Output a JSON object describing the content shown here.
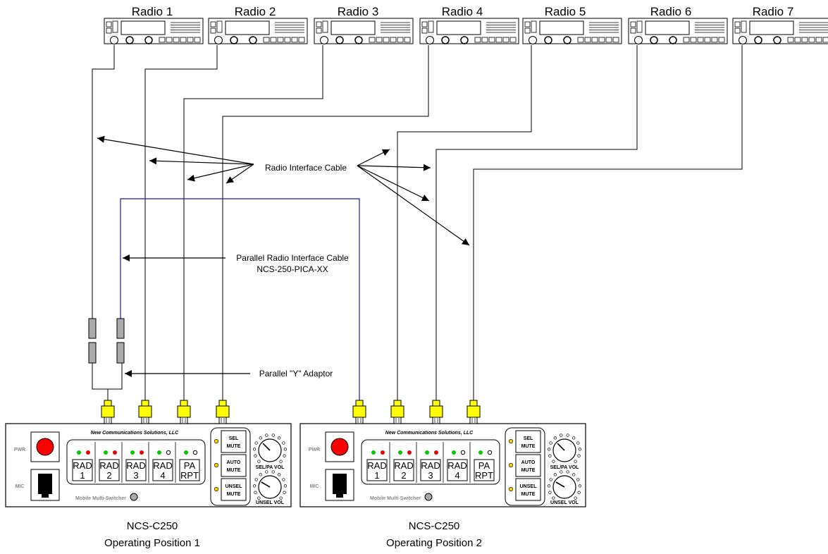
{
  "radios": [
    {
      "label": "Radio 1"
    },
    {
      "label": "Radio 2"
    },
    {
      "label": "Radio 3"
    },
    {
      "label": "Radio 4"
    },
    {
      "label": "Radio 5"
    },
    {
      "label": "Radio 6"
    },
    {
      "label": "Radio 7"
    }
  ],
  "annotations": {
    "radio_interface_cable": "Radio Interface Cable",
    "parallel_cable_line1": "Parallel Radio Interface Cable",
    "parallel_cable_line2": "NCS-250-PICA-XX",
    "y_adaptor": "Parallel \"Y\" Adaptor"
  },
  "units": [
    {
      "model": "NCS-C250",
      "position": "Operating Position 1"
    },
    {
      "model": "NCS-C250",
      "position": "Operating Position 2"
    }
  ],
  "panel": {
    "brand": "New Communications Solutions, LLC",
    "pwr": "PWR",
    "mic": "MIC",
    "footer": "Mobile Multi-Switcher",
    "buttons": [
      {
        "line1": "RAD",
        "line2": "1"
      },
      {
        "line1": "RAD",
        "line2": "2"
      },
      {
        "line1": "RAD",
        "line2": "3"
      },
      {
        "line1": "RAD",
        "line2": "4"
      },
      {
        "line1": "PA",
        "line2": "RPT"
      }
    ],
    "mute_buttons": [
      {
        "line1": "SEL",
        "line2": "MUTE"
      },
      {
        "line1": "AUTO",
        "line2": "MUTE"
      },
      {
        "line1": "UNSEL",
        "line2": "MUTE"
      }
    ],
    "knob1": "SEL/PA VOL",
    "knob2": "UNSEL VOL"
  },
  "colors": {
    "parallel_cable": "#1a1aa8",
    "connector": "#ffff00",
    "pwr_button": "#ff0000",
    "led_green": "#00cc00",
    "led_red": "#ee0000",
    "led_amber": "#ffcc00"
  }
}
